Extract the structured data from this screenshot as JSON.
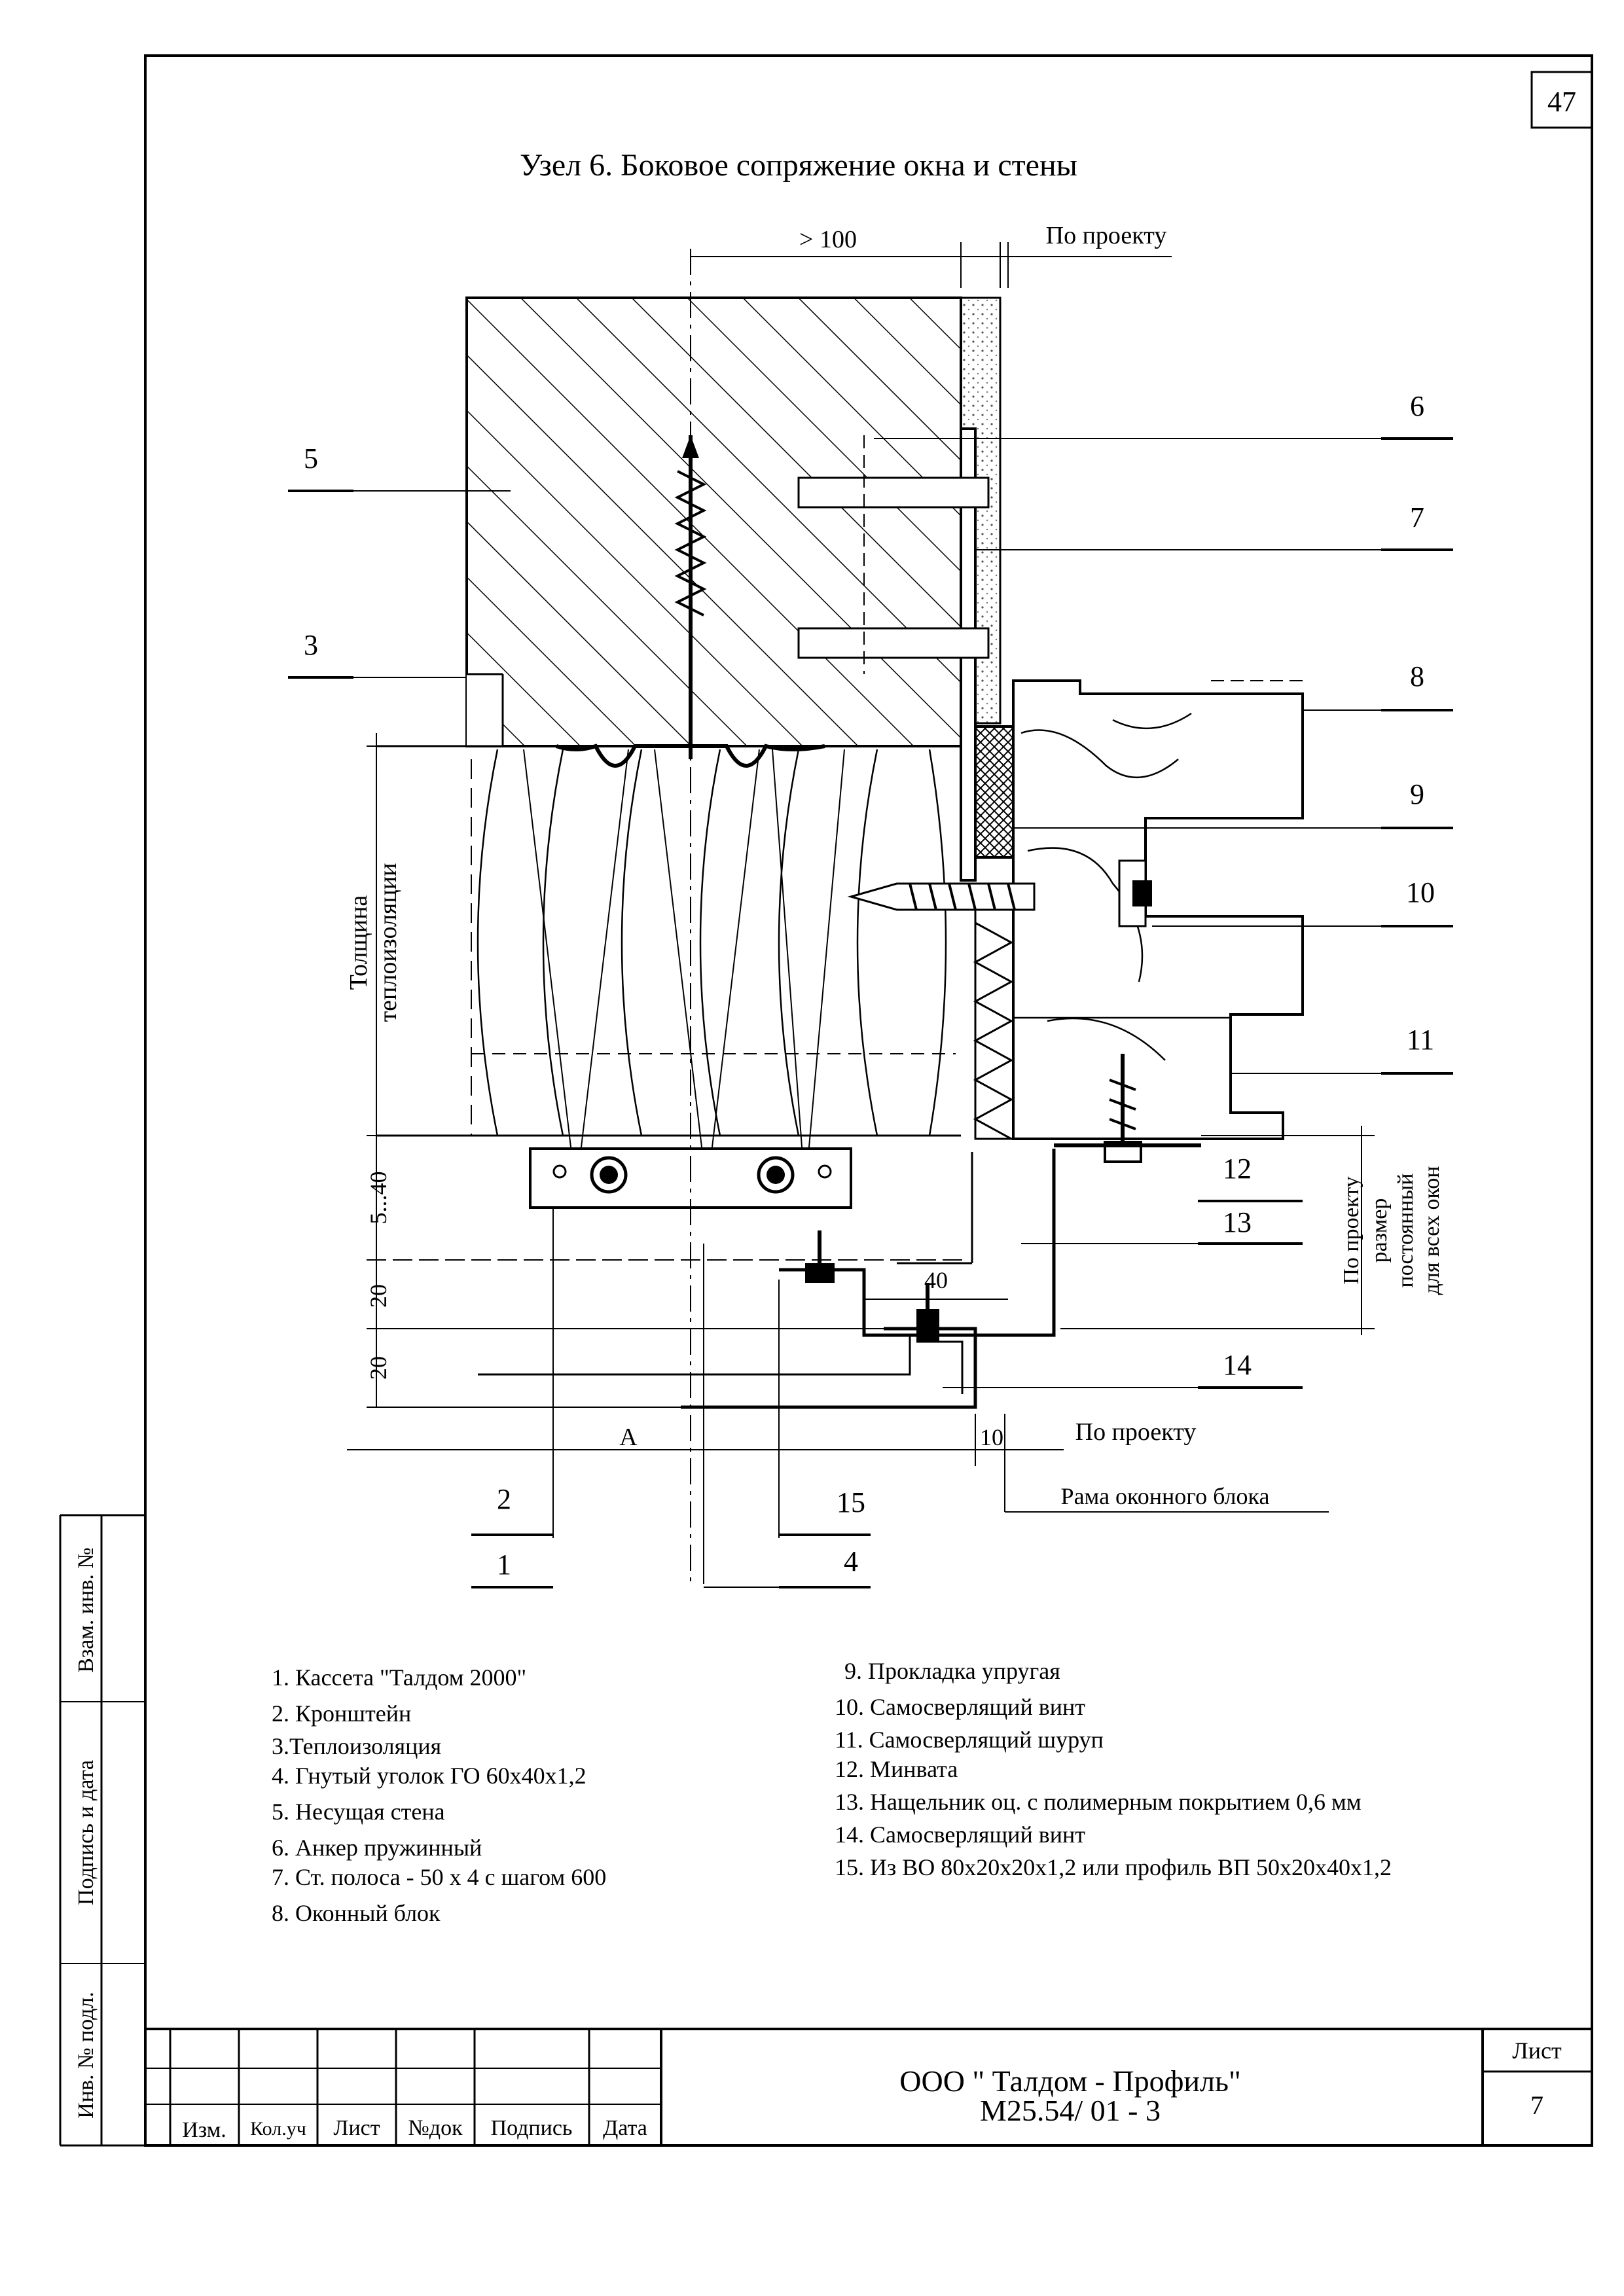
{
  "sheet_number_top": "47",
  "title": "Узел 6. Боковое сопряжение окна и стены",
  "dimensions": {
    "top_gt100": "> 100",
    "top_project": "По проекту",
    "insulation_thickness_1": "Толщина",
    "insulation_thickness_2": "теплоизоляции",
    "dim_5_40": "5...40",
    "dim_20_a": "20",
    "dim_20_b": "20",
    "dim_40": "40",
    "dim_A": "A",
    "dim_10": "10",
    "bottom_project": "По проекту",
    "window_frame": "Рама оконного блока",
    "right_1": "По проекту",
    "right_2": "размер",
    "right_3": "постоянный",
    "right_4": "для всех окон"
  },
  "callouts": {
    "c1": "1",
    "c2": "2",
    "c3": "3",
    "c4": "4",
    "c5": "5",
    "c6": "6",
    "c7": "7",
    "c8": "8",
    "c9": "9",
    "c10": "10",
    "c11": "11",
    "c12": "12",
    "c13": "13",
    "c14": "14",
    "c15": "15"
  },
  "legend_left": [
    "1. Кассета \"Талдом 2000\"",
    "2. Кронштейн",
    "3.Теплоизоляция",
    "4. Гнутый уголок ГО 60х40х1,2",
    "5. Несущая стена",
    "6.  Анкер пружинный",
    "7. Ст. полоса  - 50 х 4 с шагом 600",
    "8. Оконный блок"
  ],
  "legend_right": [
    "9. Прокладка упругая",
    "10. Самосверлящий винт",
    "11. Самосверлящий шуруп",
    "12. Минвата",
    "13. Нащельник оц. с полимерным покрытием 0,6 мм",
    "14. Самосверлящий винт",
    "15. Из ВО 80х20х20х1,2 или профиль ВП 50х20х40х1,2"
  ],
  "side_stamp": {
    "vzam": "Взам. инв. №",
    "podpis": "Подпись и дата",
    "inv": "Инв. № подл."
  },
  "title_block": {
    "col_izm": "Изм.",
    "col_kol": "Кол.уч",
    "col_list": "Лист",
    "col_ndok": "№док",
    "col_podpis": "Подпись",
    "col_data": "Дата",
    "company": "ООО \" Талдом - Профиль\"",
    "code": "М25.54/ 01 - 3",
    "sheet_label": "Лист",
    "sheet_value": "7"
  }
}
